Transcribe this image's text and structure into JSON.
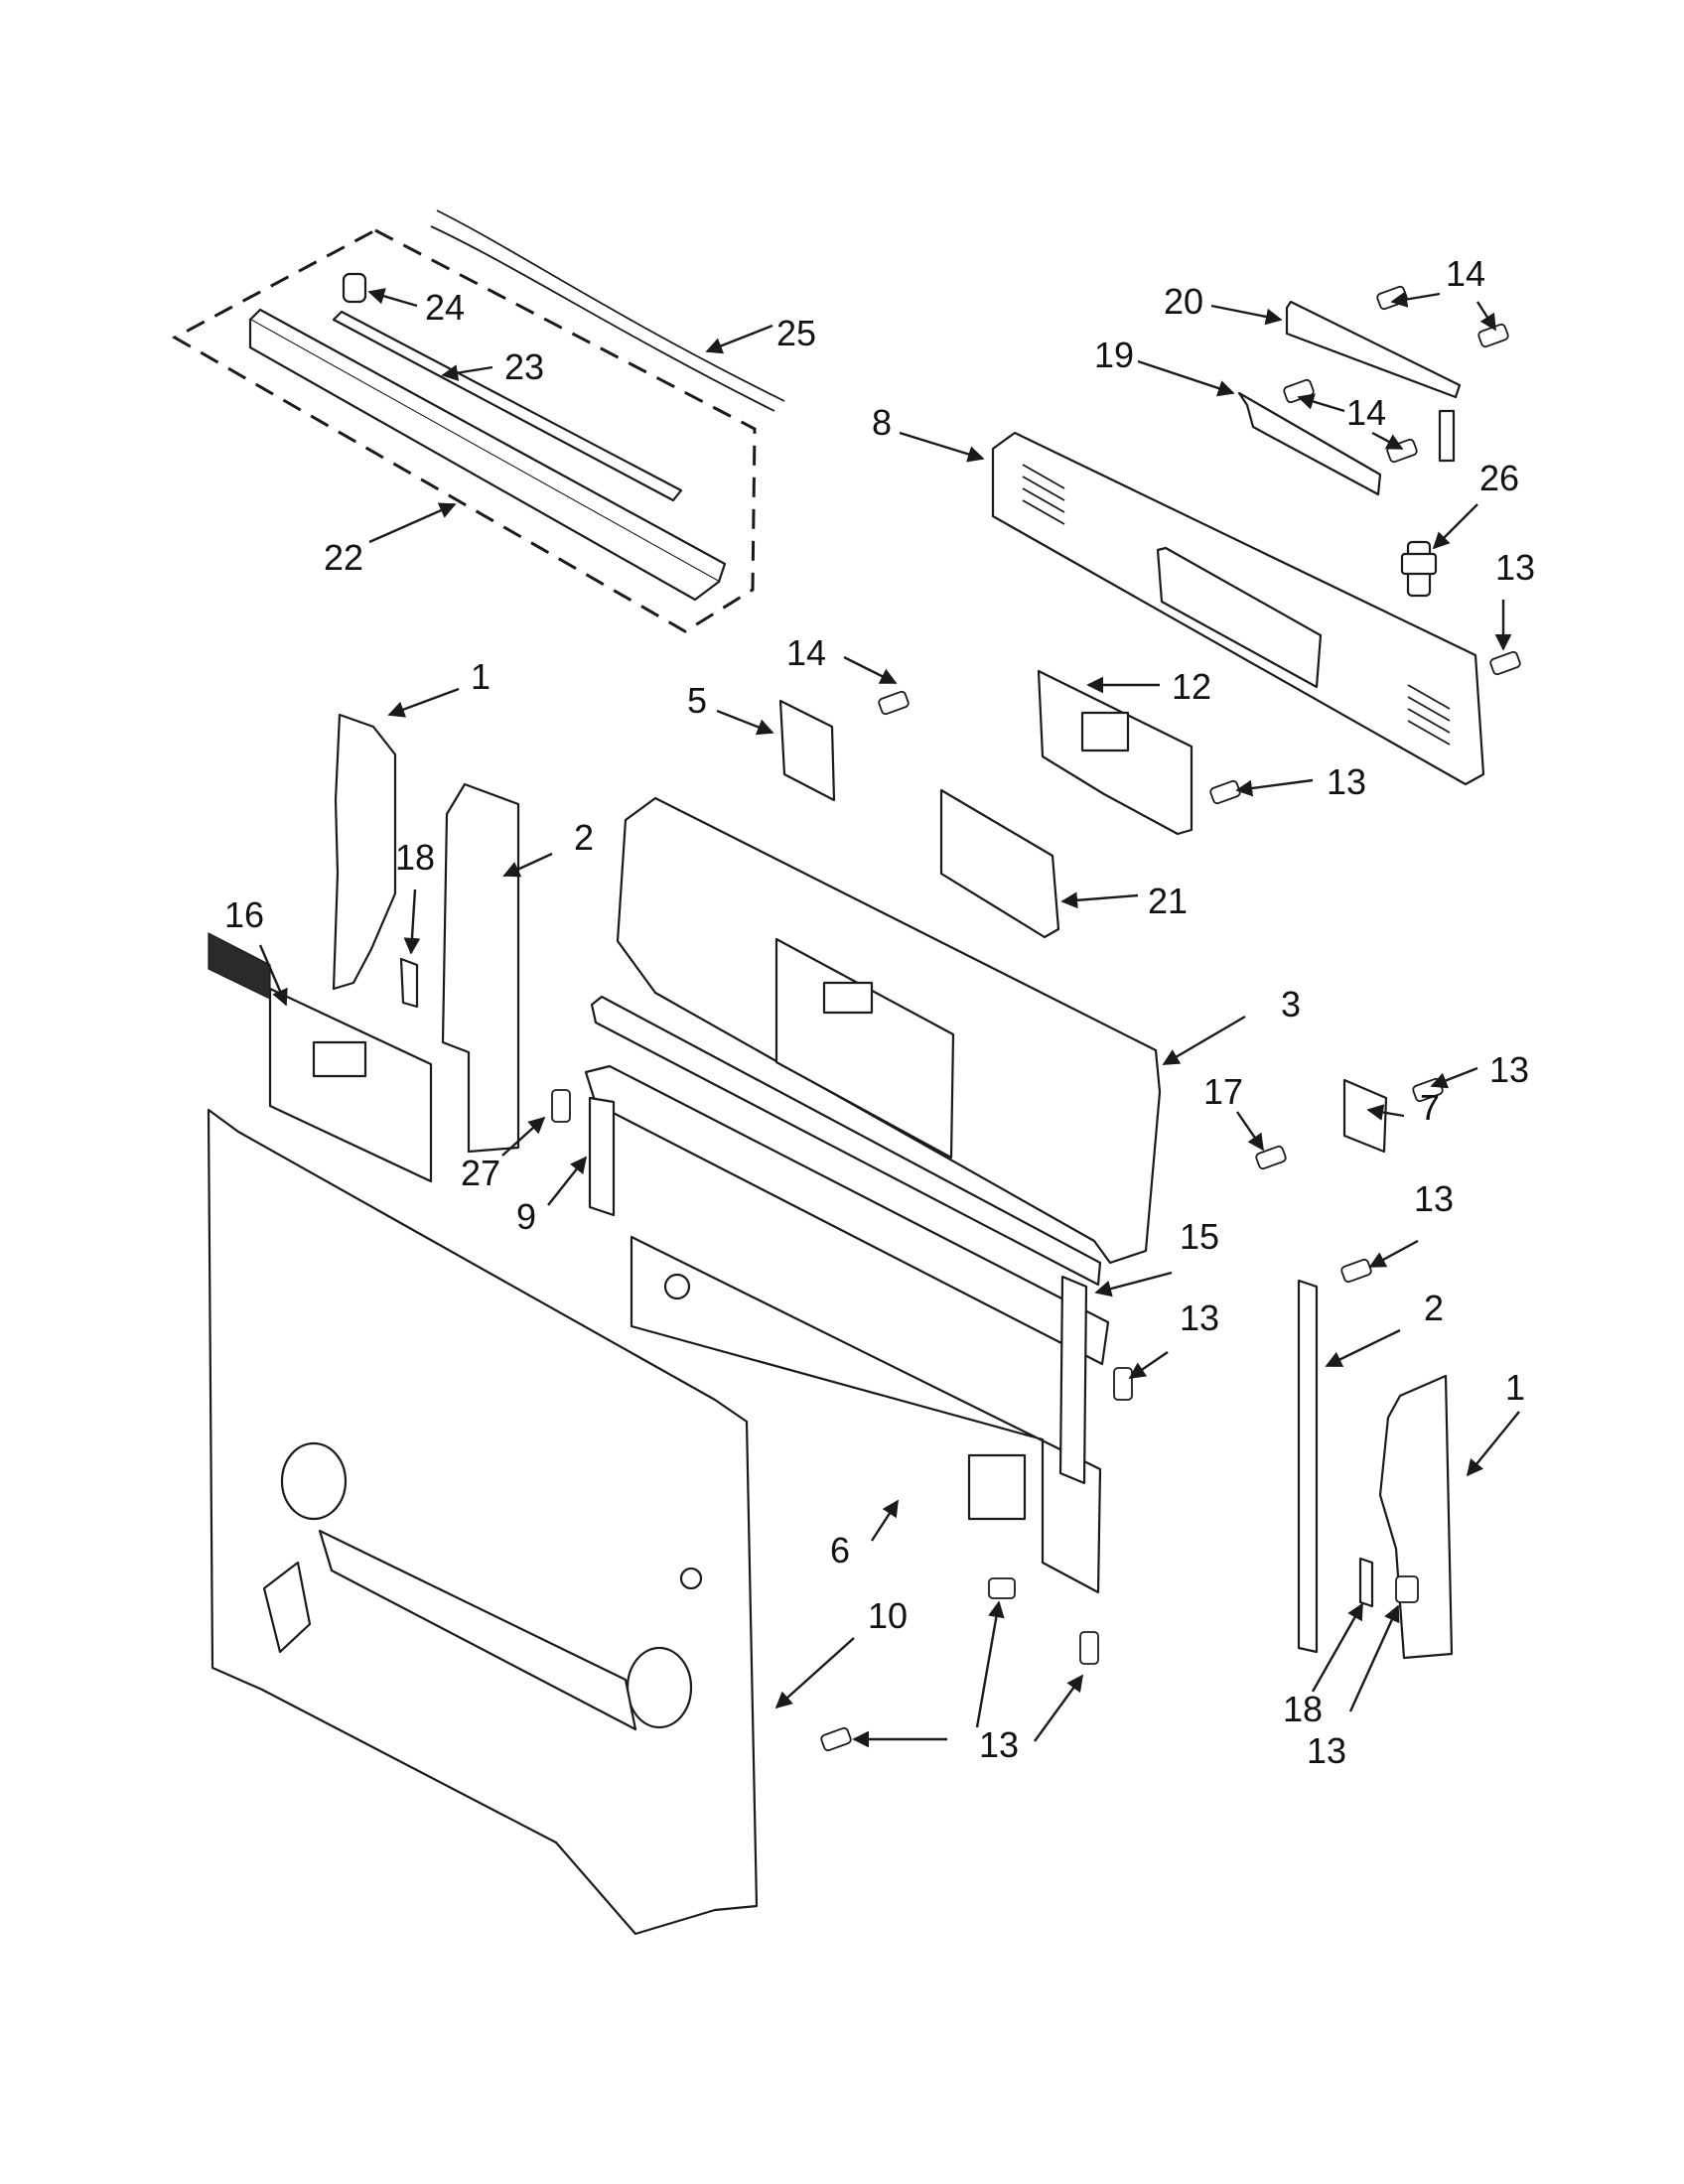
{
  "callouts": [
    {
      "id": "c-24",
      "label": "24"
    },
    {
      "id": "c-25",
      "label": "25"
    },
    {
      "id": "c-23",
      "label": "23"
    },
    {
      "id": "c-22",
      "label": "22"
    },
    {
      "id": "c-20",
      "label": "20"
    },
    {
      "id": "c-14a",
      "label": "14"
    },
    {
      "id": "c-19",
      "label": "19"
    },
    {
      "id": "c-14b",
      "label": "14"
    },
    {
      "id": "c-8",
      "label": "8"
    },
    {
      "id": "c-26",
      "label": "26"
    },
    {
      "id": "c-13a",
      "label": "13"
    },
    {
      "id": "c-14c",
      "label": "14"
    },
    {
      "id": "c-5",
      "label": "5"
    },
    {
      "id": "c-12",
      "label": "12"
    },
    {
      "id": "c-13b",
      "label": "13"
    },
    {
      "id": "c-21",
      "label": "21"
    },
    {
      "id": "c-1a",
      "label": "1"
    },
    {
      "id": "c-2a",
      "label": "2"
    },
    {
      "id": "c-18a",
      "label": "18"
    },
    {
      "id": "c-16",
      "label": "16"
    },
    {
      "id": "c-3",
      "label": "3"
    },
    {
      "id": "c-13c",
      "label": "13"
    },
    {
      "id": "c-17",
      "label": "17"
    },
    {
      "id": "c-7",
      "label": "7"
    },
    {
      "id": "c-27",
      "label": "27"
    },
    {
      "id": "c-9",
      "label": "9"
    },
    {
      "id": "c-13d",
      "label": "13"
    },
    {
      "id": "c-15",
      "label": "15"
    },
    {
      "id": "c-13e",
      "label": "13"
    },
    {
      "id": "c-2b",
      "label": "2"
    },
    {
      "id": "c-1b",
      "label": "1"
    },
    {
      "id": "c-6",
      "label": "6"
    },
    {
      "id": "c-10",
      "label": "10"
    },
    {
      "id": "c-13f",
      "label": "13"
    },
    {
      "id": "c-18b",
      "label": "18"
    },
    {
      "id": "c-13g",
      "label": "13"
    }
  ]
}
